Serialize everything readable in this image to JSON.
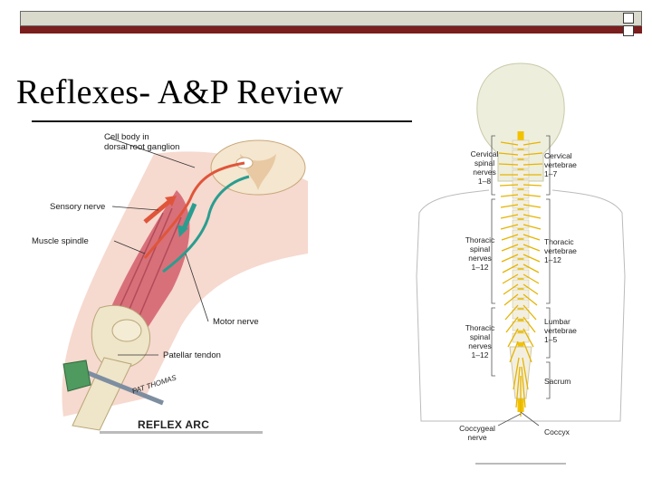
{
  "slide": {
    "title": "Reflexes- A&P Review"
  },
  "reflex_figure": {
    "labels": {
      "cell_body_line1": "Cell body in",
      "cell_body_line2": "dorsal root ganglion",
      "sensory_nerve": "Sensory nerve",
      "muscle_spindle": "Muscle spindle",
      "motor_nerve": "Motor nerve",
      "patellar_tendon": "Patellar tendon"
    },
    "caption": "REFLEX ARC",
    "signature": "PAT THOMAS"
  },
  "spine_figure": {
    "left_labels": {
      "cervical_nerves": [
        "Cervical",
        "spinal",
        "nerves",
        "1–8"
      ],
      "thoracic_nerves": [
        "Thoracic",
        "spinal",
        "nerves",
        "1–12"
      ],
      "lumbar_nerves": [
        "Thoracic",
        "spinal",
        "nerves",
        "1–12"
      ],
      "coccygeal_nerve": [
        "Coccygeal",
        "nerve"
      ]
    },
    "right_labels": {
      "cervical_vertebrae": [
        "Cervical",
        "vertebrae",
        "1–7"
      ],
      "thoracic_vertebrae": [
        "Thoracic",
        "vertebrae",
        "1–12"
      ],
      "lumbar_vertebrae": [
        "Lumbar",
        "vertebrae",
        "1–5"
      ],
      "sacrum": "Sacrum",
      "coccyx": "Coccyx"
    }
  },
  "colors": {
    "accent_bar": "#d9d9cc",
    "accent_stripe": "#7a1e1e",
    "sensory": "#e0553a",
    "motor": "#2a9d8f",
    "spinal_cord": "#f2c200"
  }
}
